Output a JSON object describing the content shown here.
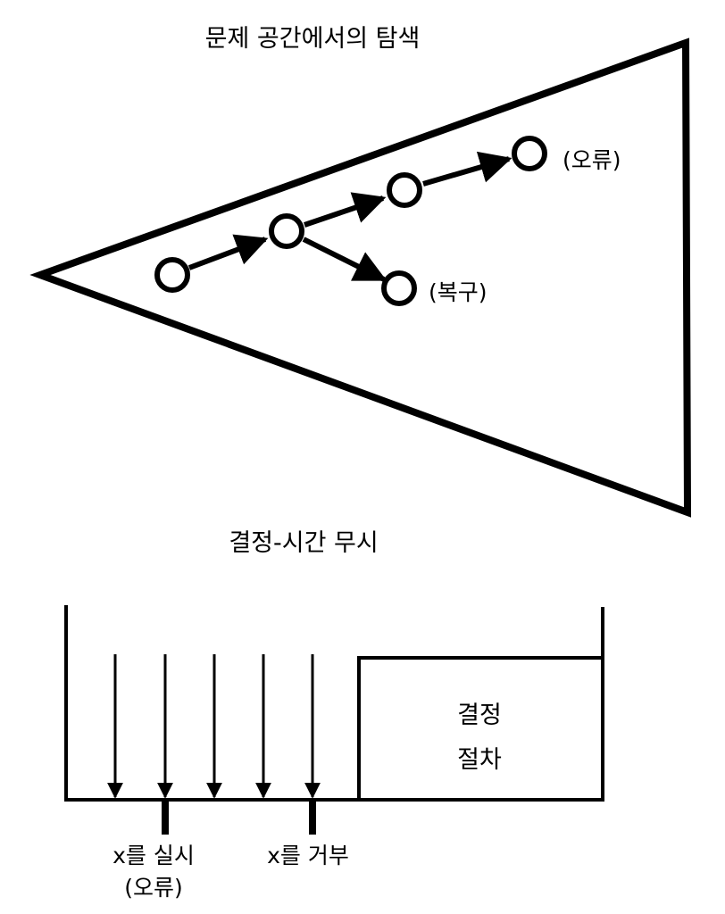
{
  "top_section": {
    "title": "문제 공간에서의 탐색",
    "label_error": "(오류)",
    "label_recovery": "(복구)"
  },
  "bottom_section": {
    "title": "결정-시간 무시",
    "box_line1": "결정",
    "box_line2": "절차",
    "label_do_x": "x를 실시",
    "label_do_x_sub": "(오류)",
    "label_reject_x": "x를 거부"
  },
  "colors": {
    "ink": "#000000",
    "background": "#ffffff"
  }
}
